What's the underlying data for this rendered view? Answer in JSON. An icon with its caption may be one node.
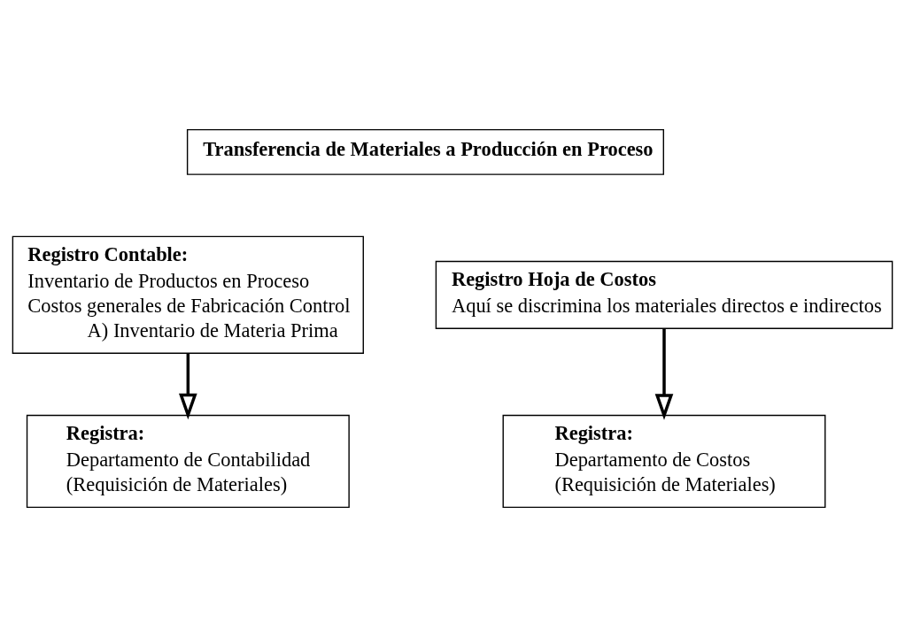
{
  "diagram": {
    "nodes": [
      {
        "text": [
          "Transferencia de Materiales a Producción en Proceso"
        ]
      },
      {
        "text": [
          "Registro Contable:",
          "Inventario de Productos en Proceso",
          "Costos generales de Fabricación Control",
          "A) Inventario de Materia Prima"
        ]
      },
      {
        "text": [
          "Registro Hoja de Costos",
          "Aquí se discrimina los materiales directos e indirectos"
        ]
      },
      {
        "text": [
          "Registra:",
          "Departamento de Contabilidad",
          "(Requisición de Materiales)"
        ]
      },
      {
        "text": [
          "Registra:",
          "Departamento de Costos",
          "(Requisición de Materiales)"
        ]
      }
    ],
    "edges": [
      {
        "from": 1,
        "to": 3,
        "arrow": "to"
      },
      {
        "from": 2,
        "to": 4,
        "arrow": "to"
      }
    ]
  }
}
